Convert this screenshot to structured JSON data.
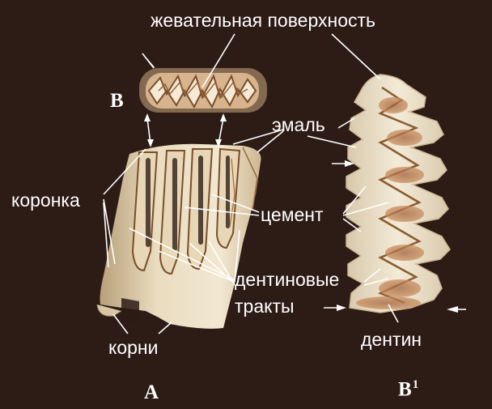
{
  "figure": {
    "labels": {
      "occlusal_surface": "жевательная поверхность",
      "enamel": "эмаль",
      "crown": "коронка",
      "cement": "цемент",
      "dentine_tracts_line1": "дентиновые",
      "dentine_tracts_line2": "тракты",
      "roots": "корни",
      "dentine": "дентин"
    },
    "panel_labels": {
      "a": "A",
      "b": "B",
      "b1_base": "B",
      "b1_sup": "1"
    }
  },
  "colors": {
    "background": "#2d1b15",
    "tooth_light": "#efe3c9",
    "tooth_shadow": "#b9a27e",
    "enamel_line": "#8a5a2e",
    "dentine_fill": "#c98a5a",
    "label_text": "#ffffff"
  }
}
